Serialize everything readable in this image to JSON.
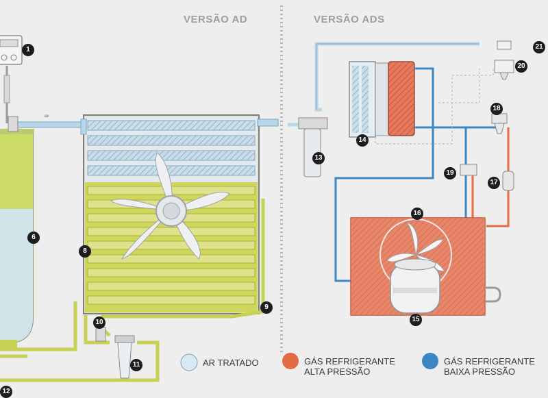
{
  "titles": {
    "ad": "VERSÃO AD",
    "ads": "VERSÃO ADS"
  },
  "callouts": [
    "1",
    "6",
    "8",
    "9",
    "10",
    "11",
    "12",
    "13",
    "14",
    "15",
    "16",
    "17",
    "18",
    "19",
    "20",
    "21"
  ],
  "legend": {
    "treated_air": "AR TRATADO",
    "high_line1": "GÁS REFRIGERANTE",
    "high_line2": "ALTA PRESSÃO",
    "low_line1": "GÁS REFRIGERANTE",
    "low_line2": "BAIXA PRESSÃO"
  },
  "colors": {
    "treated_air": "#b9d7ea",
    "high_pressure": "#e26a45",
    "low_pressure": "#3d86c6",
    "compressed_air": "#d6db52"
  }
}
